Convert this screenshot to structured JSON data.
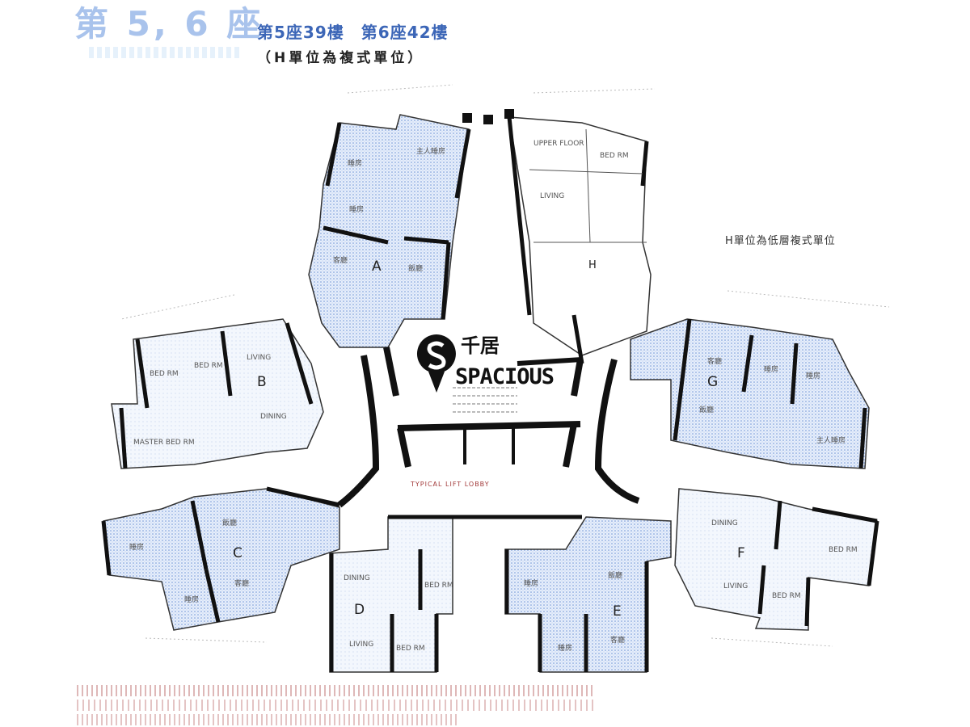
{
  "title": {
    "blocks": "第 5, 6 座",
    "floors": "第5座39樓　第6座42樓",
    "duplex_note": "（H單位為複式單位）",
    "lower_duplex_note": "H單位為低層複式單位"
  },
  "watermark": {
    "cn": "千居",
    "en": "SPACIOUS",
    "icon": "location-pin-s-logo"
  },
  "core_note": "TYPICAL LIFT LOBBY",
  "units": {
    "A": {
      "letter": "A",
      "rooms": [
        "睡房",
        "主人睡房",
        "睡房",
        "客廳",
        "飯廳"
      ]
    },
    "B": {
      "letter": "B",
      "rooms": [
        "BED RM",
        "BED RM",
        "LIVING",
        "DINING",
        "MASTER BED RM"
      ]
    },
    "C": {
      "letter": "C",
      "rooms": [
        "睡房",
        "睡房",
        "飯廳",
        "客廳"
      ]
    },
    "D": {
      "letter": "D",
      "rooms": [
        "DINING",
        "LIVING",
        "BED RM",
        "BED RM"
      ]
    },
    "E": {
      "letter": "E",
      "rooms": [
        "睡房",
        "睡房",
        "飯廳",
        "客廳"
      ]
    },
    "F": {
      "letter": "F",
      "rooms": [
        "DINING",
        "LIVING",
        "BED RM",
        "BED RM"
      ]
    },
    "G": {
      "letter": "G",
      "rooms": [
        "客廳",
        "睡房",
        "睡房",
        "飯廳",
        "主人睡房"
      ]
    },
    "H": {
      "letter": "H",
      "rooms": [
        "UPPER FLOOR",
        "BED RM",
        "LIVING"
      ]
    }
  },
  "colors": {
    "fill": "#dbe7f8",
    "dot": "#6f93d6",
    "wall": "#111111"
  }
}
